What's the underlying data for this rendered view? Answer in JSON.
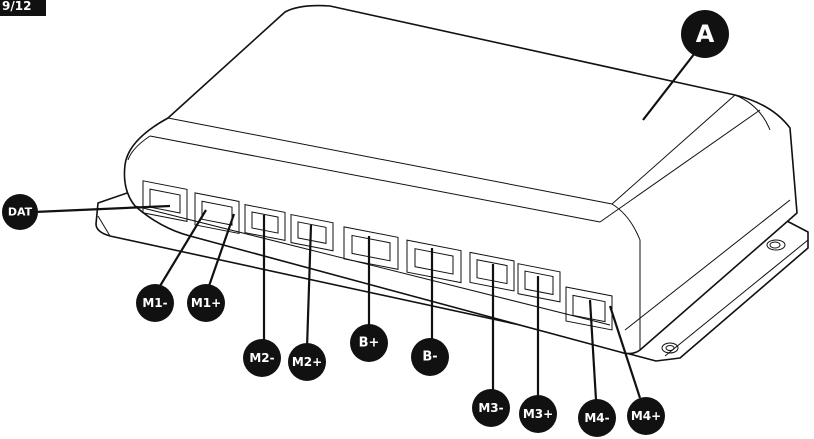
{
  "corner_tag": "9/12",
  "callouts": {
    "dat": "DAT",
    "m1_minus": "M1-",
    "m1_plus": "M1+",
    "m2_minus": "M2-",
    "m2_plus": "M2+",
    "b_plus": "B+",
    "b_minus": "B-",
    "m3_minus": "M3-",
    "m3_plus": "M3+",
    "m4_minus": "M4-",
    "m4_plus": "M4+",
    "a": "A"
  }
}
